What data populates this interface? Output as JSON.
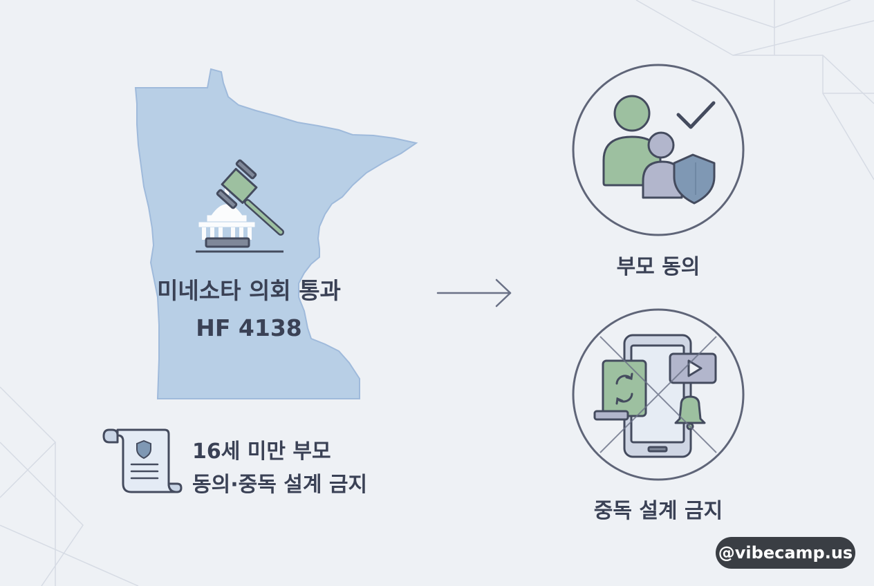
{
  "map_label": {
    "line1": "미네소타 의회 통과",
    "line2": "HF 4138"
  },
  "scroll_label": {
    "line1": "16세 미만 부모",
    "line2": "동의·중독 설계 금지"
  },
  "parental_consent_caption": "부모 동의",
  "addictive_design_ban_caption": "중독 설계 금지",
  "handle": "@vibecamp.us",
  "colors": {
    "background": "#eef1f5",
    "map_fill": "#b8cfe6",
    "green": "#9dc0a0",
    "lavender": "#b2b6cc",
    "steel_blue": "#7f98b4",
    "stroke": "#444b5e"
  },
  "icons": [
    "minnesota-map",
    "gavel-icon",
    "capitol-icon",
    "scroll-icon",
    "parent-child-icon",
    "checkmark-icon",
    "shield-icon",
    "smartphone-icon",
    "video-icon",
    "bell-icon",
    "refresh-icon",
    "cross-out-icon",
    "arrow-right-icon"
  ]
}
